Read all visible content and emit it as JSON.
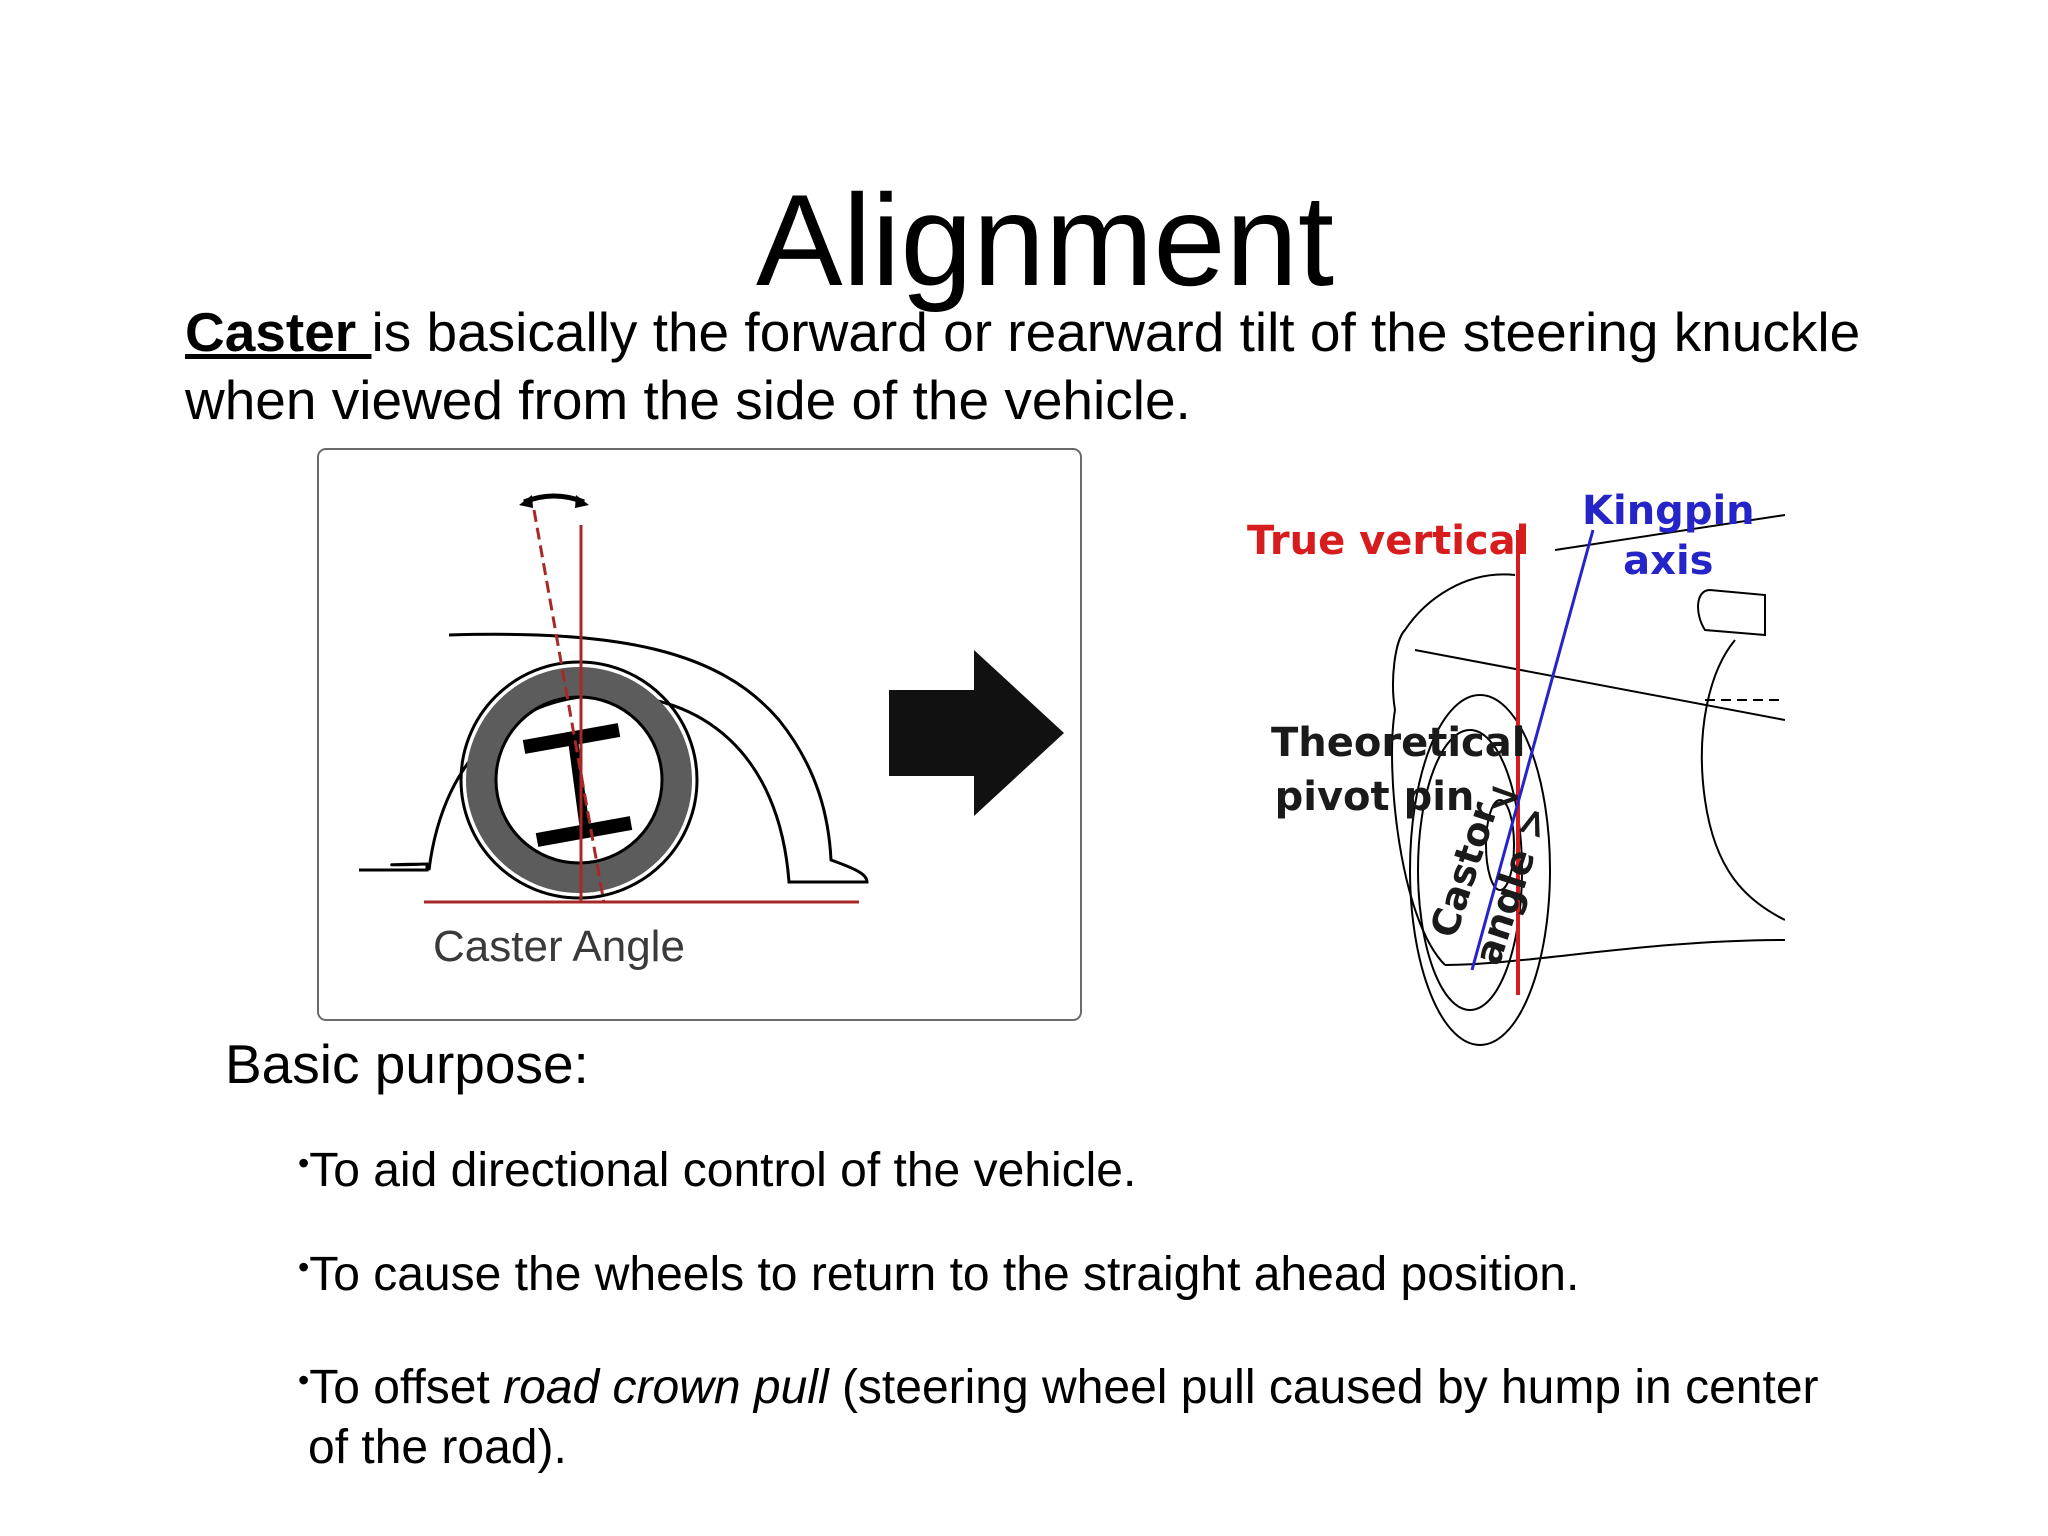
{
  "title": "Alignment",
  "definition": {
    "term": "Caster ",
    "text": "is basically the forward or rearward tilt of the steering knuckle when viewed from the side of the vehicle."
  },
  "figure_left": {
    "label": "Caster Angle"
  },
  "figure_right": {
    "true_vertical": "True vertical",
    "kingpin_line1": "Kingpin",
    "kingpin_line2": "axis",
    "theoretical_line1": "Theoretical",
    "theoretical_line2": "pivot pin >",
    "castor_line1": "Castor",
    "castor_line2": "angle >"
  },
  "purpose": {
    "heading": "Basic purpose:",
    "bullet_glyph": "•",
    "items": [
      "To aid directional control of the vehicle.",
      "To cause the wheels to return to the straight ahead position."
    ],
    "item3": {
      "prefix": "To offset ",
      "italic": "road crown pull",
      "suffix": " (steering wheel pull caused by hump in center",
      "continuation": "of the road)."
    }
  },
  "colors": {
    "red_line": "#a82828",
    "true_vertical": "#d61c1c",
    "kingpin": "#2424c8",
    "tire": "#5c5c5c"
  }
}
